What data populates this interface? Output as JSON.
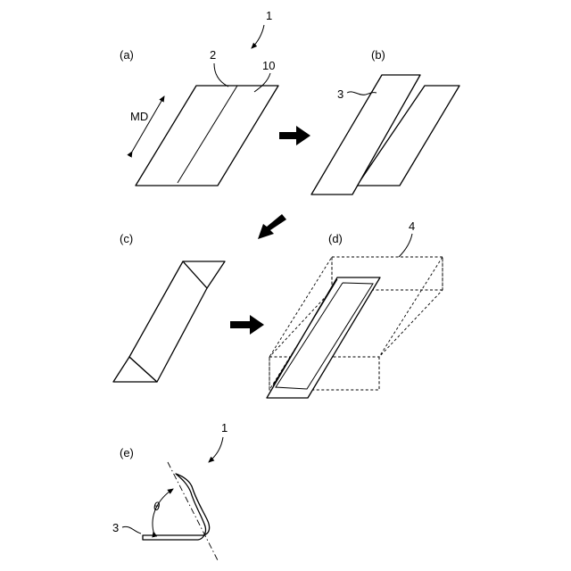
{
  "figure": {
    "ref_main_top": "1",
    "panel_a": {
      "label": "(a)",
      "ref_line": "2",
      "ref_sheet": "10",
      "direction": "MD"
    },
    "panel_b": {
      "label": "(b)",
      "ref_sheet": "3"
    },
    "panel_c": {
      "label": "(c)"
    },
    "panel_d": {
      "label": "(d)",
      "ref_box": "4"
    },
    "panel_e": {
      "label": "(e)",
      "ref_main": "1",
      "ref_sheet": "3",
      "angle": "θ"
    }
  }
}
